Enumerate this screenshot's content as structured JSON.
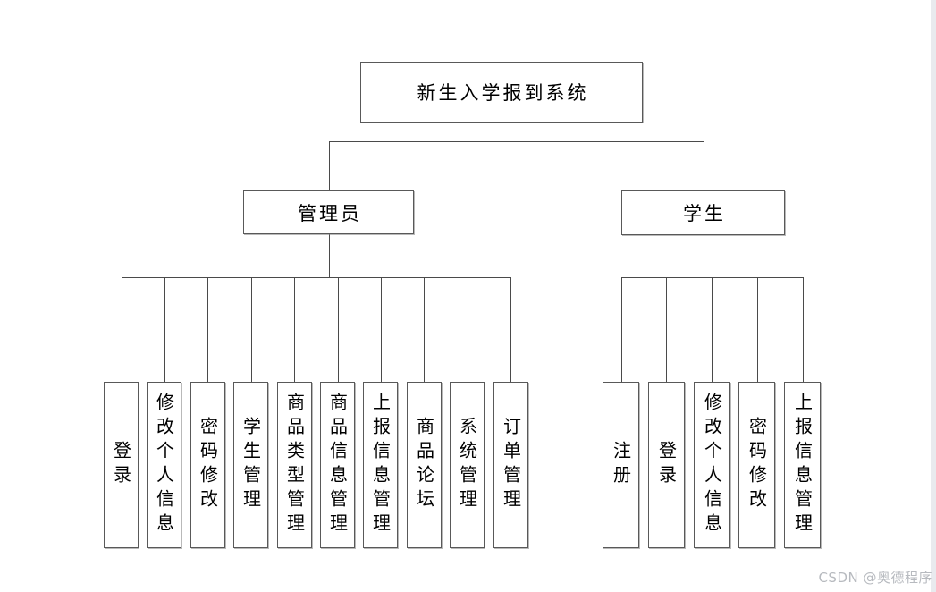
{
  "tree": {
    "root": {
      "label": "新生入学报到系统"
    },
    "branches": [
      {
        "label": "管理员",
        "children": [
          "登录",
          "修改个人信息",
          "密码修改",
          "学生管理",
          "商品类型管理",
          "商品信息管理",
          "上报信息管理",
          "商品论坛",
          "系统管理",
          "订单管理"
        ]
      },
      {
        "label": "学生",
        "children": [
          "注册",
          "登录",
          "修改个人信息",
          "密码修改",
          "上报信息管理"
        ]
      }
    ]
  },
  "watermark": {
    "text": "CSDN @奥德程序"
  },
  "colors": {
    "background": "#ffffff",
    "line": "#4a4a4a",
    "box_border": "#595959",
    "text": "#000000",
    "watermark_text": "#b7babf",
    "scrollbar_track": "#e9eaee"
  }
}
